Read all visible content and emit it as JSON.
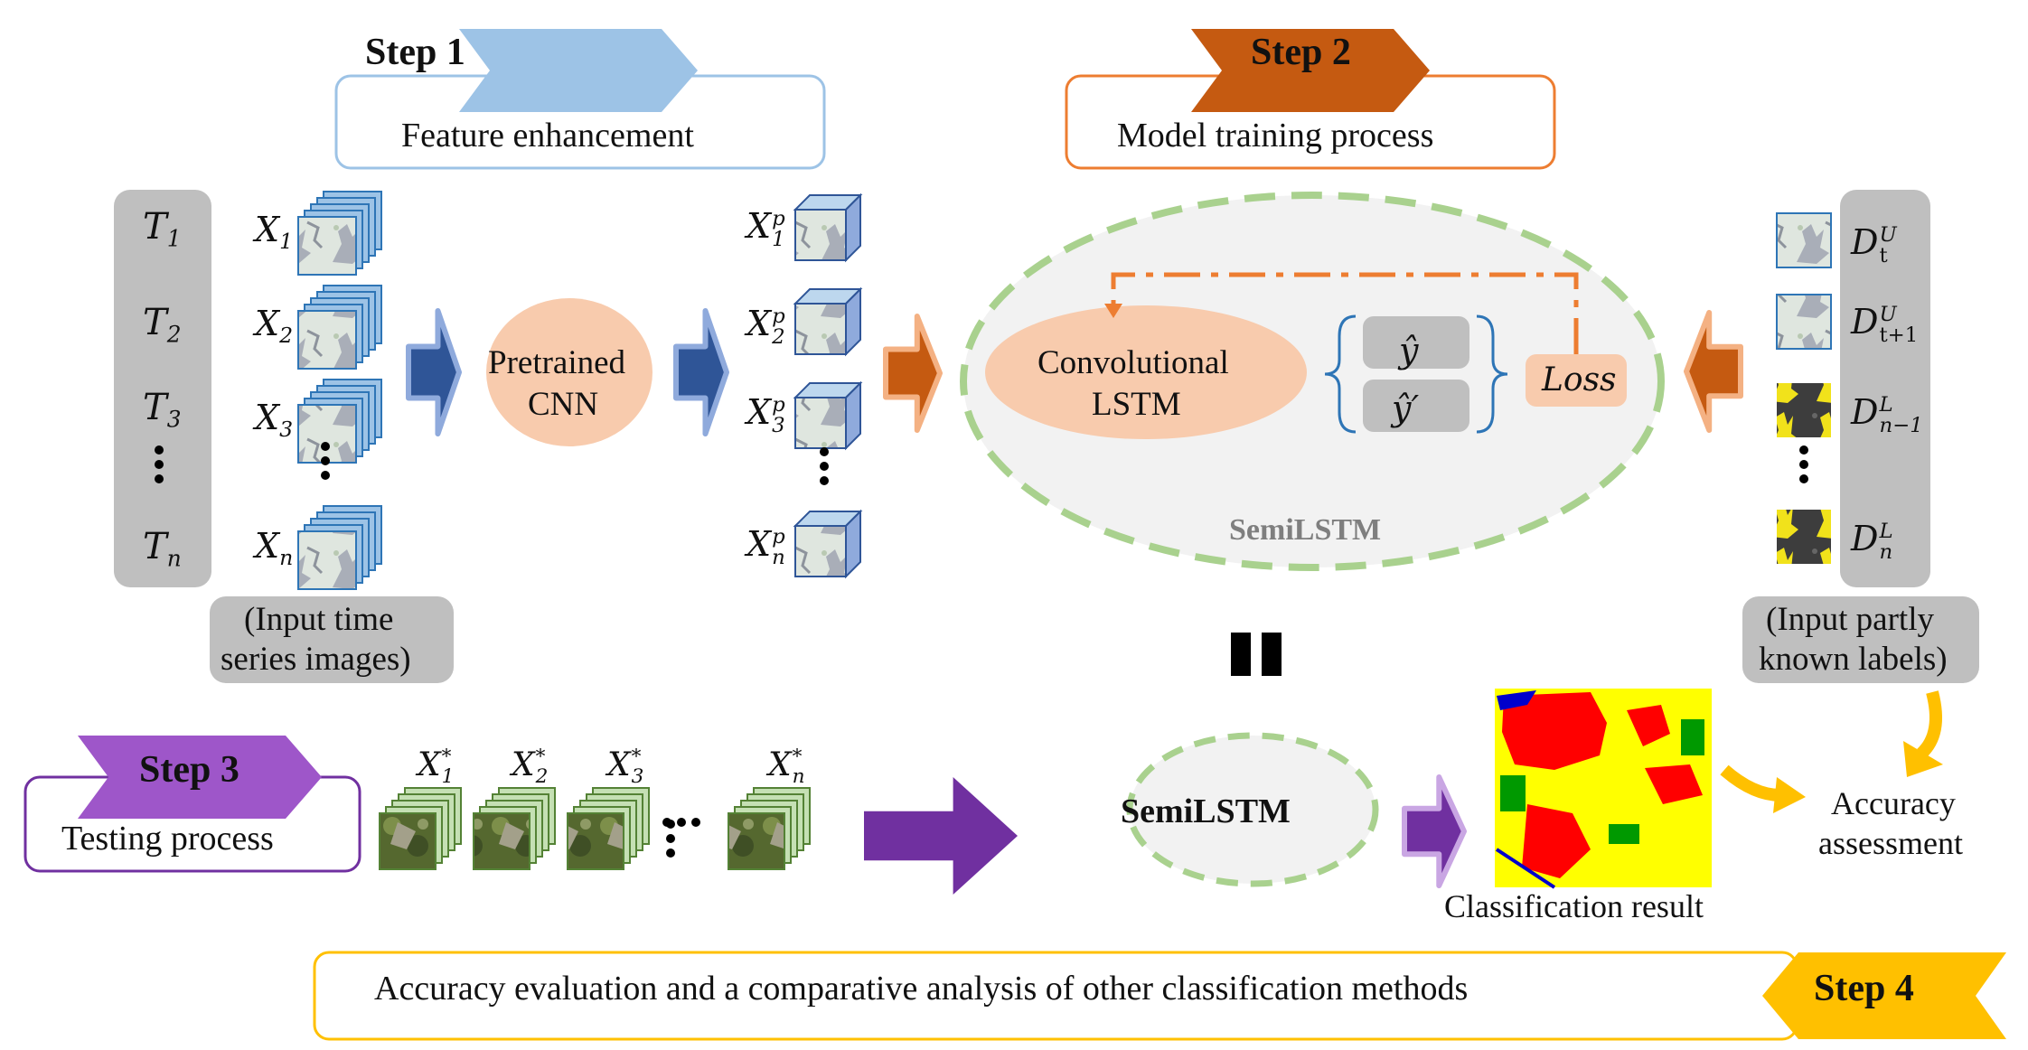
{
  "steps": {
    "step1": {
      "badge": "Step 1",
      "title": "Feature enhancement"
    },
    "step2": {
      "badge": "Step 2",
      "title": "Model training process"
    },
    "step3": {
      "badge": "Step 3",
      "title": "Testing process"
    },
    "step4": {
      "badge": "Step 4",
      "title": "Accuracy evaluation and a comparative analysis of other classification methods"
    }
  },
  "time_labels": [
    {
      "base": "T",
      "sub": "1"
    },
    {
      "base": "T",
      "sub": "2"
    },
    {
      "base": "T",
      "sub": "3"
    },
    {
      "base": "T",
      "sub": "n"
    }
  ],
  "input_time_series_caption": [
    "(Input time",
    "series images)"
  ],
  "x_inputs": [
    {
      "base": "X",
      "sub": "1"
    },
    {
      "base": "X",
      "sub": "2"
    },
    {
      "base": "X",
      "sub": "3"
    },
    {
      "base": "X",
      "sub": "n"
    }
  ],
  "pretrained_cnn": [
    "Pretrained",
    "CNN"
  ],
  "x_processed": [
    {
      "base": "X",
      "sup": "p",
      "sub": "1"
    },
    {
      "base": "X",
      "sup": "p",
      "sub": "2"
    },
    {
      "base": "X",
      "sup": "p",
      "sub": "3"
    },
    {
      "base": "X",
      "sup": "p",
      "sub": "n"
    }
  ],
  "conv_lstm": [
    "Convolutional",
    "LSTM"
  ],
  "y_hat": "ŷ",
  "y_hat_prime": "ŷ′",
  "loss_label": "Loss",
  "semilstm_inner": "SemiLSTM",
  "d_labels": [
    {
      "base": "D",
      "sup": "U",
      "sub": "t"
    },
    {
      "base": "D",
      "sup": "U",
      "sub": "t+1"
    },
    {
      "base": "D",
      "sup": "L",
      "sub": "n−1"
    },
    {
      "base": "D",
      "sup": "L",
      "sub": "n"
    }
  ],
  "input_labels_caption": [
    "(Input partly",
    "known labels)"
  ],
  "test_inputs": [
    {
      "base": "X",
      "sup": "*",
      "sub": "1"
    },
    {
      "base": "X",
      "sup": "*",
      "sub": "2"
    },
    {
      "base": "X",
      "sup": "*",
      "sub": "3"
    },
    {
      "base": "X",
      "sup": "*",
      "sub": "n"
    }
  ],
  "semilstm_test": "SemiLSTM",
  "classification_result": "Classification result",
  "accuracy_assessment": [
    "Accuracy",
    "assessment"
  ],
  "colors": {
    "step1": "#9DC3E6",
    "step2": "#C55A11",
    "step3": "#9E56C9",
    "step4": "#FFC000",
    "blue_arrow": "#2F5597",
    "orange_arrow": "#C55A11",
    "purple_arrow": "#7030A0",
    "peach": "#F8CBAD",
    "green_dash": "#A9D18E",
    "gray_panel": "#BFBFBF"
  }
}
